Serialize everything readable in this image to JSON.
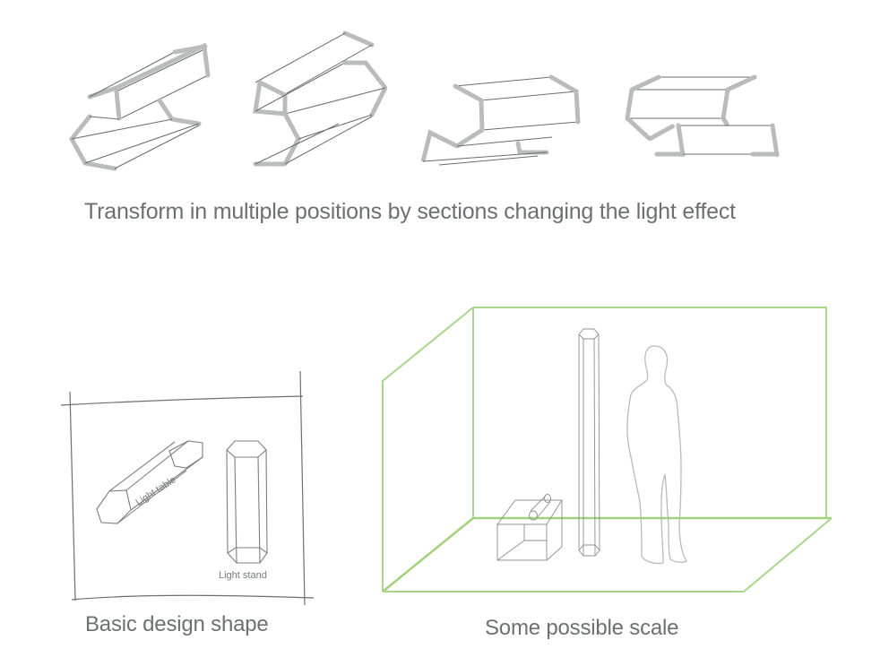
{
  "top_section": {
    "caption": "Transform in multiple positions by sections changing the light effect",
    "variants": [
      {
        "name": "variant-1"
      },
      {
        "name": "variant-2"
      },
      {
        "name": "variant-3"
      },
      {
        "name": "variant-4"
      }
    ]
  },
  "basic_design": {
    "caption": "Basic design shape",
    "labels": {
      "light_table": "Light table",
      "light_stand": "Light stand"
    }
  },
  "scale_view": {
    "caption": "Some possible scale",
    "room_color": "#a9d68a"
  },
  "colors": {
    "text": "#6d7073",
    "sketch_line": "#7d7f81",
    "room_line": "#a9d68a",
    "background": "#ffffff"
  }
}
